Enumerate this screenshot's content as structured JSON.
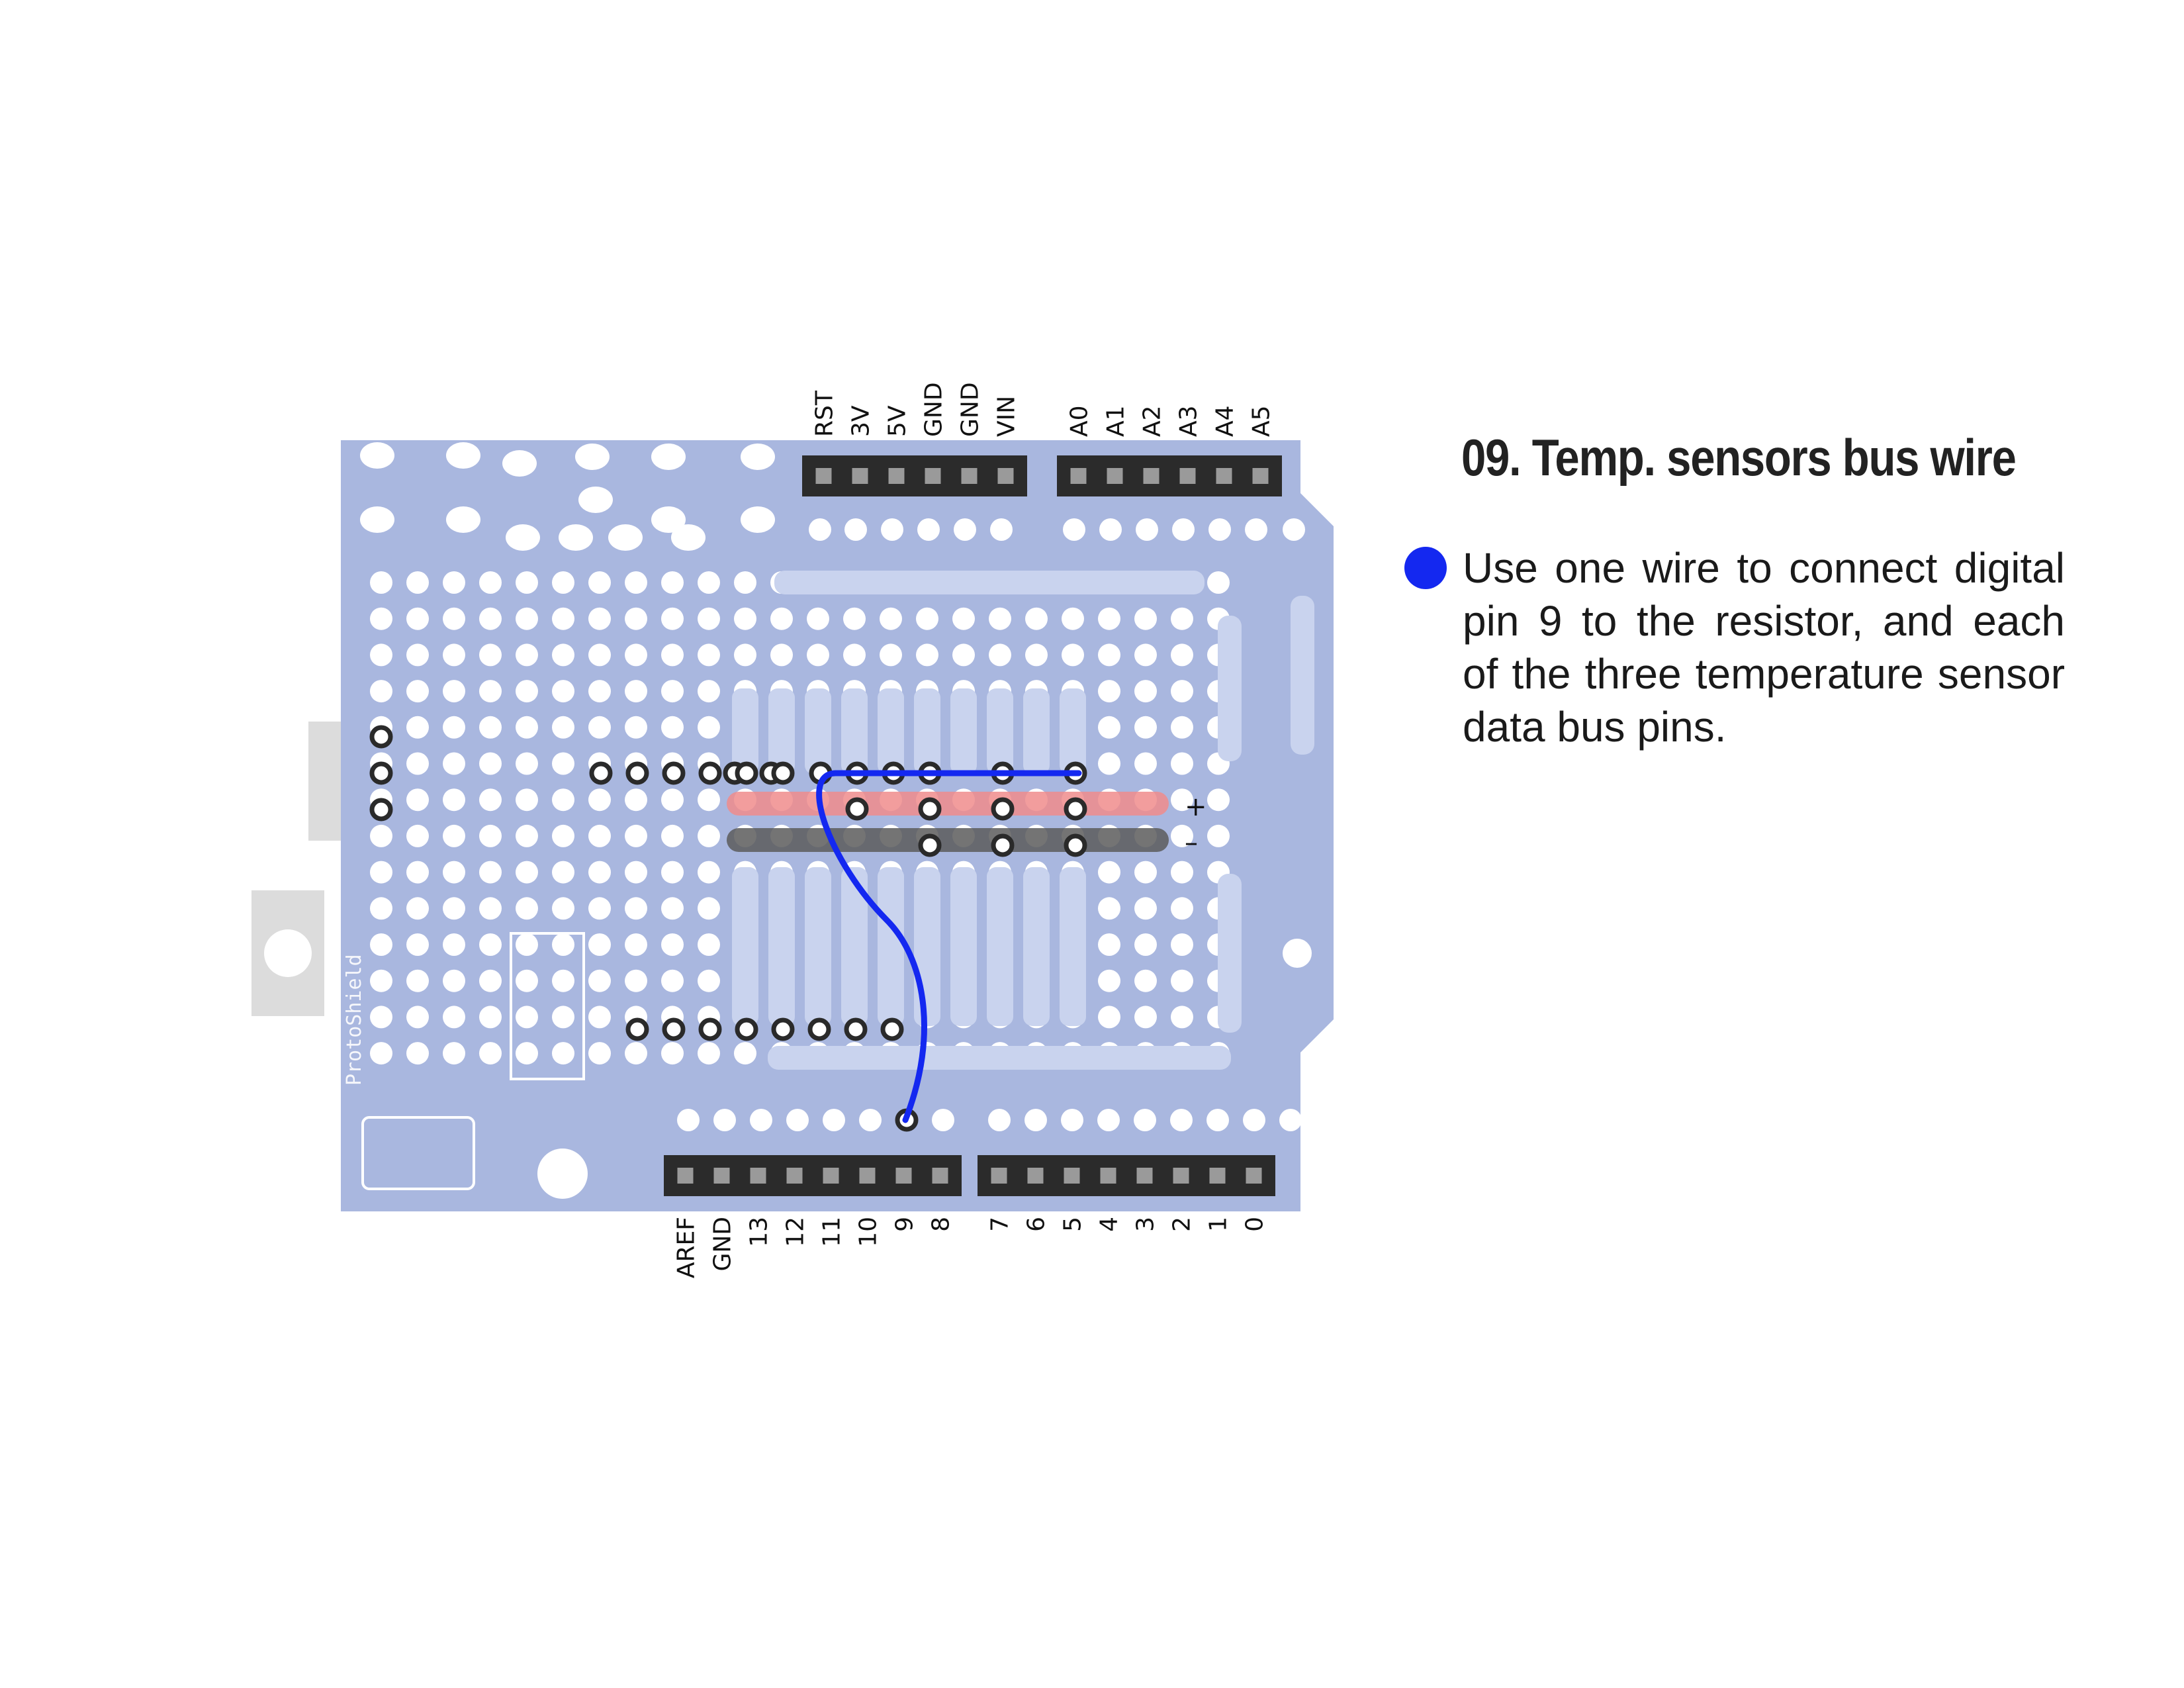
{
  "step": {
    "title": "09. Temp. sensors bus wire",
    "instruction": "Use one wire to connect digital pin 9 to the resistor, and each of the three temperature sensor data bus pins.",
    "bullet_color": "#1428f0"
  },
  "board": {
    "board_color": "#a9b7df",
    "hole_color": "#ffffff",
    "header_color": "#2b2b2b",
    "power_rail_color": "#f08c8c",
    "ground_rail_color": "#5c5c5c",
    "silkscreen_text": "ProtoShield",
    "power_header_labels": [
      "RST",
      "3V",
      "5V",
      "GND",
      "GND",
      "VIN"
    ],
    "analog_header_labels": [
      "A0",
      "A1",
      "A2",
      "A3",
      "A4",
      "A5"
    ],
    "digital_high_labels": [
      "AREF",
      "GND",
      "13",
      "12",
      "11",
      "10",
      "9",
      "8"
    ],
    "digital_low_labels": [
      "7",
      "6",
      "5",
      "4",
      "3",
      "2",
      "1",
      "0"
    ],
    "rail_plus": "+",
    "rail_minus": "–"
  },
  "wire": {
    "color": "#1428f0",
    "from": "digital pin 9",
    "to": [
      "resistor",
      "sensor 1 data pin",
      "sensor 2 data pin",
      "sensor 3 data pin"
    ]
  }
}
